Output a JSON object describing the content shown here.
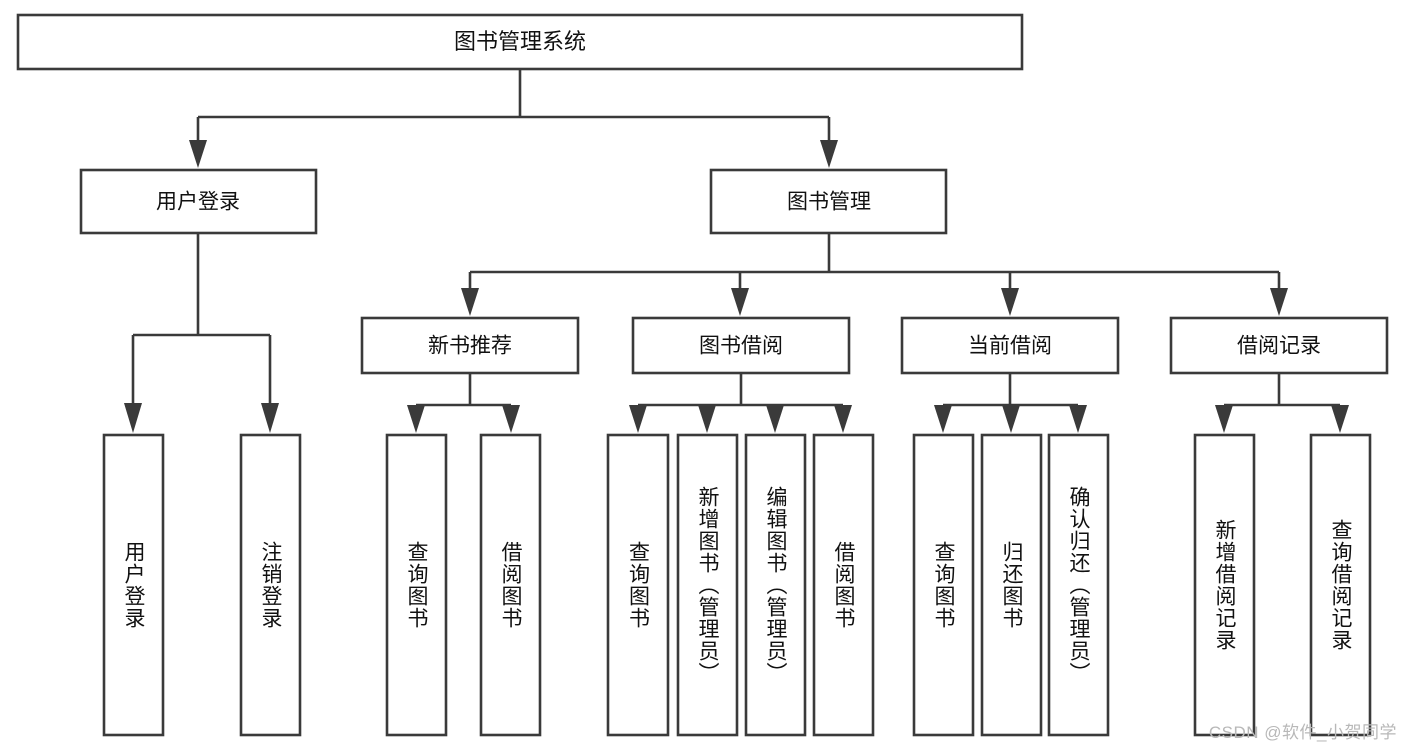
{
  "diagram": {
    "title": "图书管理系统",
    "type": "tree",
    "watermark": "CSDN @软件_小贺同学",
    "root": {
      "label": "图书管理系统",
      "orientation": "horizontal"
    },
    "level1": [
      {
        "label": "用户登录",
        "orientation": "horizontal"
      },
      {
        "label": "图书管理",
        "orientation": "horizontal"
      }
    ],
    "level2": [
      {
        "label": "新书推荐",
        "orientation": "horizontal"
      },
      {
        "label": "图书借阅",
        "orientation": "horizontal"
      },
      {
        "label": "当前借阅",
        "orientation": "horizontal"
      },
      {
        "label": "借阅记录",
        "orientation": "horizontal"
      }
    ],
    "leaves": {
      "user_login": [
        {
          "label": "用户登录",
          "orientation": "vertical"
        },
        {
          "label": "注销登录",
          "orientation": "vertical"
        }
      ],
      "new_book_recommend": [
        {
          "label": "查询图书",
          "orientation": "vertical"
        },
        {
          "label": "借阅图书",
          "orientation": "vertical"
        }
      ],
      "book_borrow": [
        {
          "label": "查询图书",
          "orientation": "vertical"
        },
        {
          "label": "新增图书（管理员）",
          "orientation": "vertical"
        },
        {
          "label": "编辑图书（管理员）",
          "orientation": "vertical"
        },
        {
          "label": "借阅图书",
          "orientation": "vertical"
        }
      ],
      "current_borrow": [
        {
          "label": "查询图书",
          "orientation": "vertical"
        },
        {
          "label": "归还图书",
          "orientation": "vertical"
        },
        {
          "label": "确认归还（管理员）",
          "orientation": "vertical"
        }
      ],
      "borrow_record": [
        {
          "label": "新增借阅记录",
          "orientation": "vertical"
        },
        {
          "label": "查询借阅记录",
          "orientation": "vertical"
        }
      ]
    },
    "colors": {
      "stroke": "#3a3a3a",
      "fill": "#ffffff",
      "text": "#111111",
      "watermark": "#b8b8b8"
    }
  }
}
